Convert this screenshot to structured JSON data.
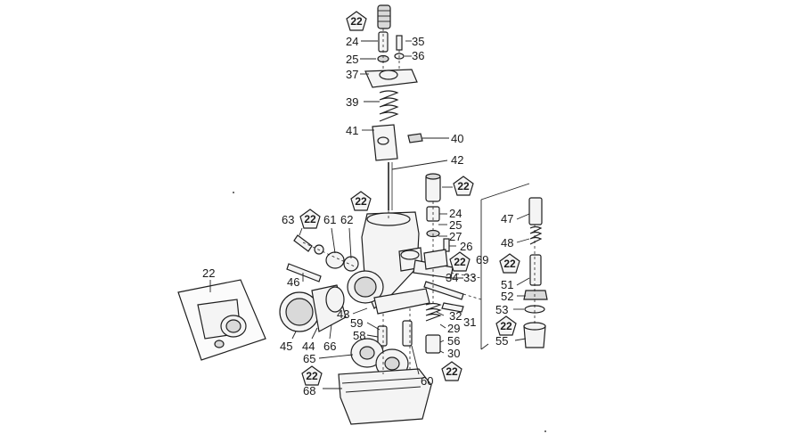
{
  "callouts": [
    {
      "id": "c22a",
      "text": "22",
      "badge": true
    },
    {
      "id": "c24a",
      "text": "24"
    },
    {
      "id": "c35",
      "text": "35"
    },
    {
      "id": "c25a",
      "text": "25"
    },
    {
      "id": "c36",
      "text": "36"
    },
    {
      "id": "c37",
      "text": "37"
    },
    {
      "id": "c39",
      "text": "39"
    },
    {
      "id": "c41",
      "text": "41"
    },
    {
      "id": "c40",
      "text": "40"
    },
    {
      "id": "c42",
      "text": "42"
    },
    {
      "id": "c22b",
      "text": "22",
      "badge": true
    },
    {
      "id": "c22c",
      "text": "22",
      "badge": true
    },
    {
      "id": "c24b",
      "text": "24"
    },
    {
      "id": "c25b",
      "text": "25"
    },
    {
      "id": "c27",
      "text": "27"
    },
    {
      "id": "c26",
      "text": "26"
    },
    {
      "id": "c22d",
      "text": "22",
      "badge": true
    },
    {
      "id": "c69",
      "text": "69"
    },
    {
      "id": "c34",
      "text": "34"
    },
    {
      "id": "c33",
      "text": "33"
    },
    {
      "id": "c63",
      "text": "63"
    },
    {
      "id": "c22e",
      "text": "22",
      "badge": true
    },
    {
      "id": "c61",
      "text": "61"
    },
    {
      "id": "c62",
      "text": "62"
    },
    {
      "id": "c46",
      "text": "46"
    },
    {
      "id": "c22f",
      "text": "22"
    },
    {
      "id": "c43",
      "text": "43"
    },
    {
      "id": "c59",
      "text": "59"
    },
    {
      "id": "c58",
      "text": "58"
    },
    {
      "id": "c45",
      "text": "45"
    },
    {
      "id": "c44",
      "text": "44"
    },
    {
      "id": "c66",
      "text": "66"
    },
    {
      "id": "c65",
      "text": "65"
    },
    {
      "id": "c22g",
      "text": "22",
      "badge": true
    },
    {
      "id": "c68",
      "text": "68"
    },
    {
      "id": "c32",
      "text": "32"
    },
    {
      "id": "c31",
      "text": "31"
    },
    {
      "id": "c29",
      "text": "29"
    },
    {
      "id": "c56",
      "text": "56"
    },
    {
      "id": "c30",
      "text": "30"
    },
    {
      "id": "c22h",
      "text": "22",
      "badge": true
    },
    {
      "id": "c60",
      "text": "60"
    },
    {
      "id": "c47",
      "text": "47"
    },
    {
      "id": "c48",
      "text": "48"
    },
    {
      "id": "c22i",
      "text": "22",
      "badge": true
    },
    {
      "id": "c51",
      "text": "51"
    },
    {
      "id": "c52",
      "text": "52"
    },
    {
      "id": "c53",
      "text": "53"
    },
    {
      "id": "c22j",
      "text": "22",
      "badge": true
    },
    {
      "id": "c55",
      "text": "55"
    }
  ]
}
